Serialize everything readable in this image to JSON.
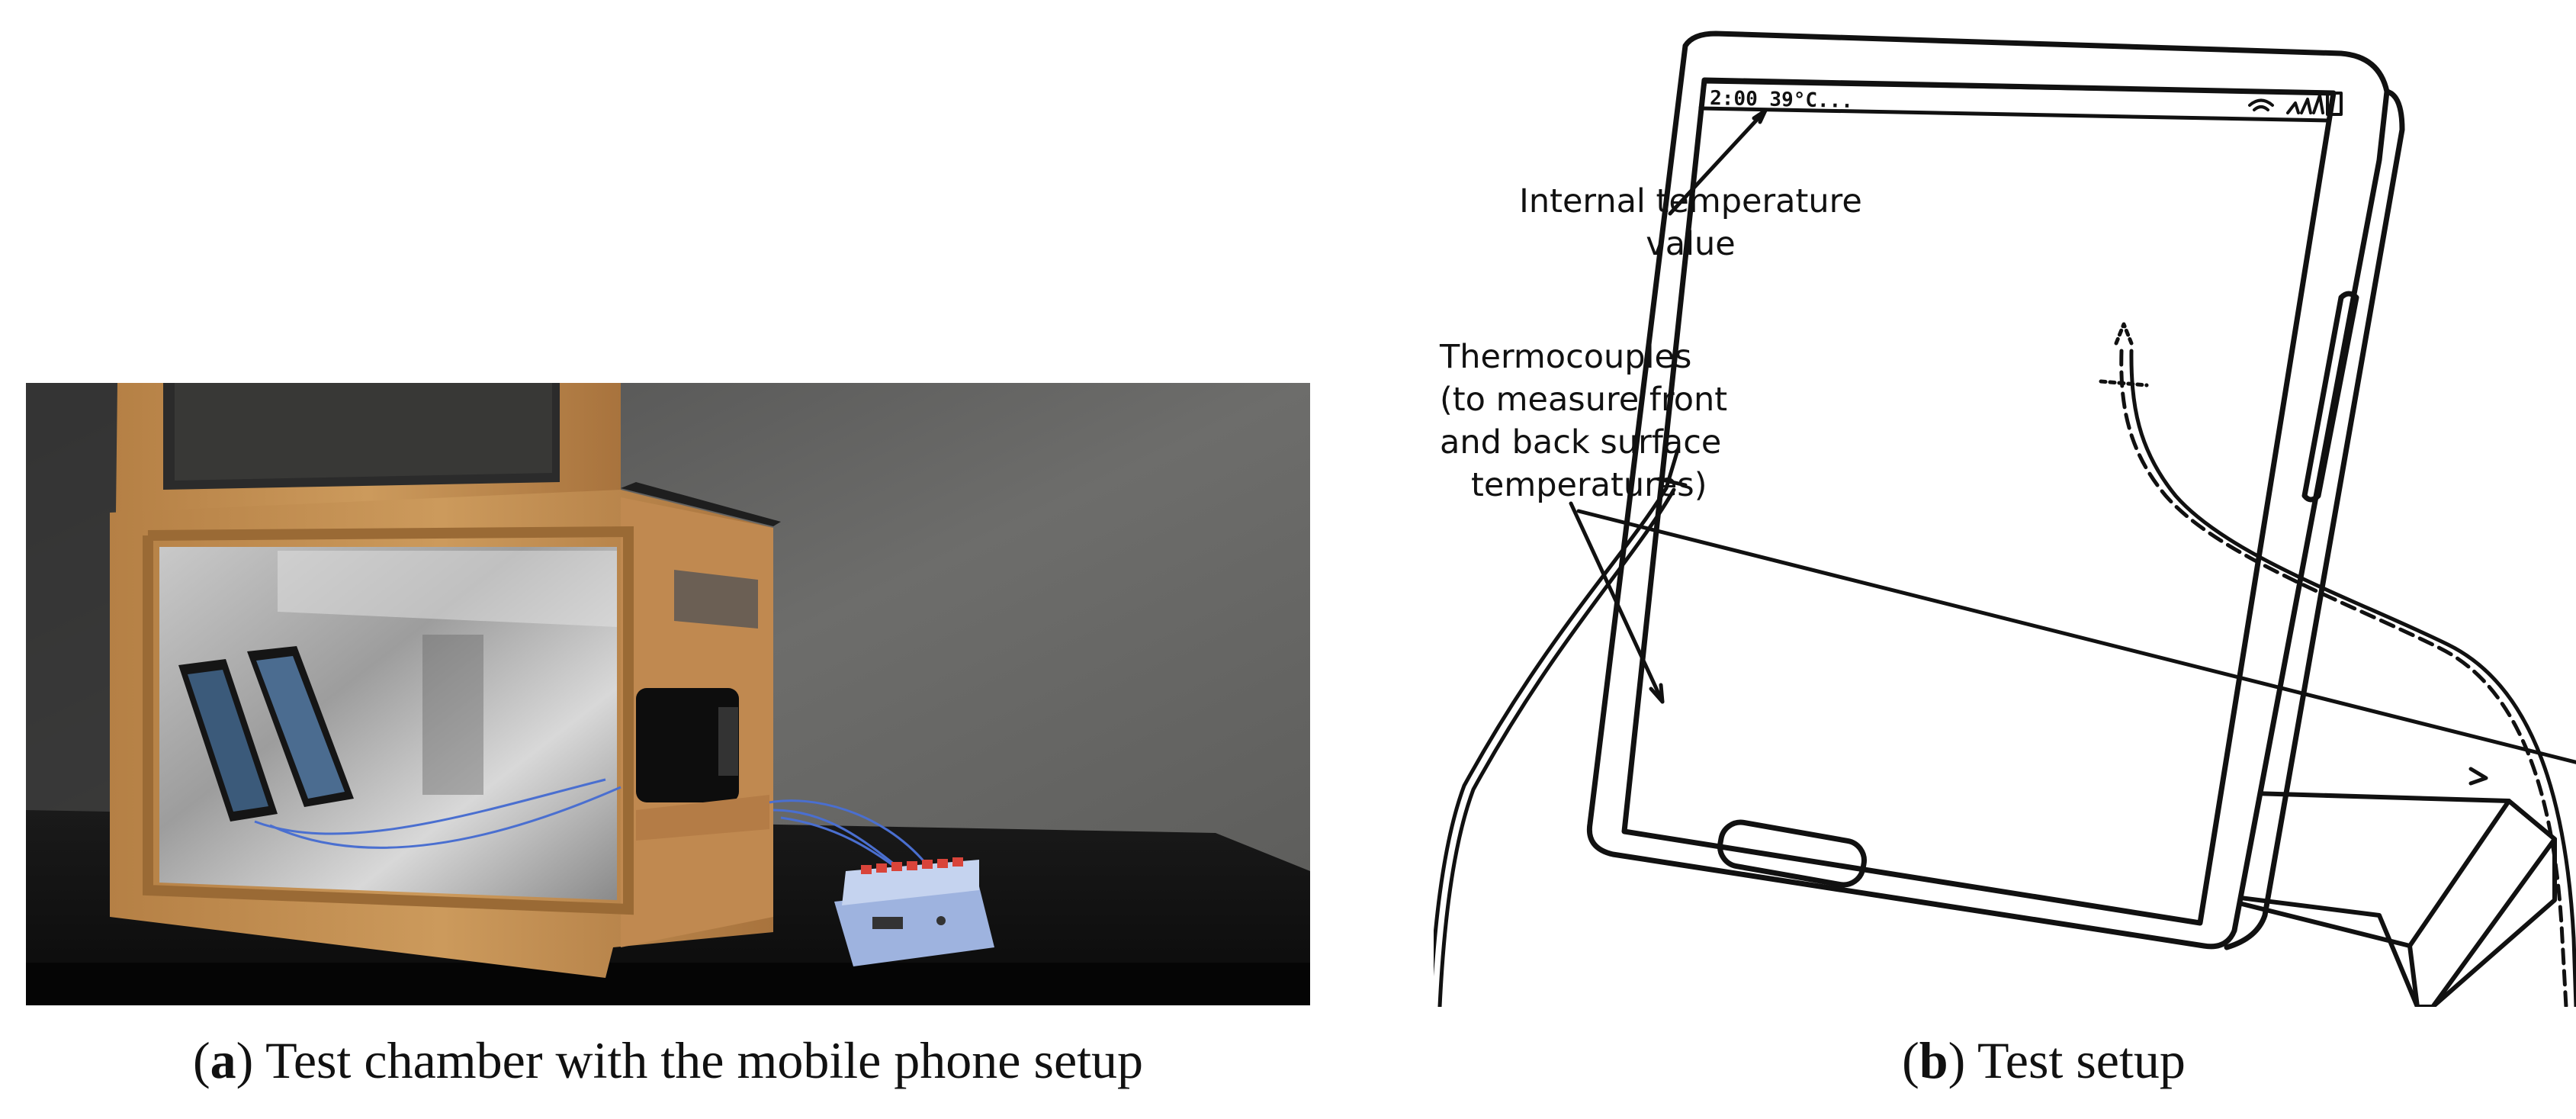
{
  "figure": {
    "panel_a": {
      "caption_label": "a",
      "caption_text": "Test chamber with the mobile phone setup"
    },
    "panel_b": {
      "caption_label": "b",
      "caption_text": "Test setup",
      "status_bar_text": "2:00 39°C...",
      "annotations": {
        "internal_temperature": "Internal temperature\nvalue",
        "thermocouples": "Thermocouples\n(to measure front\nand back surface\n   temperatures)"
      }
    }
  }
}
